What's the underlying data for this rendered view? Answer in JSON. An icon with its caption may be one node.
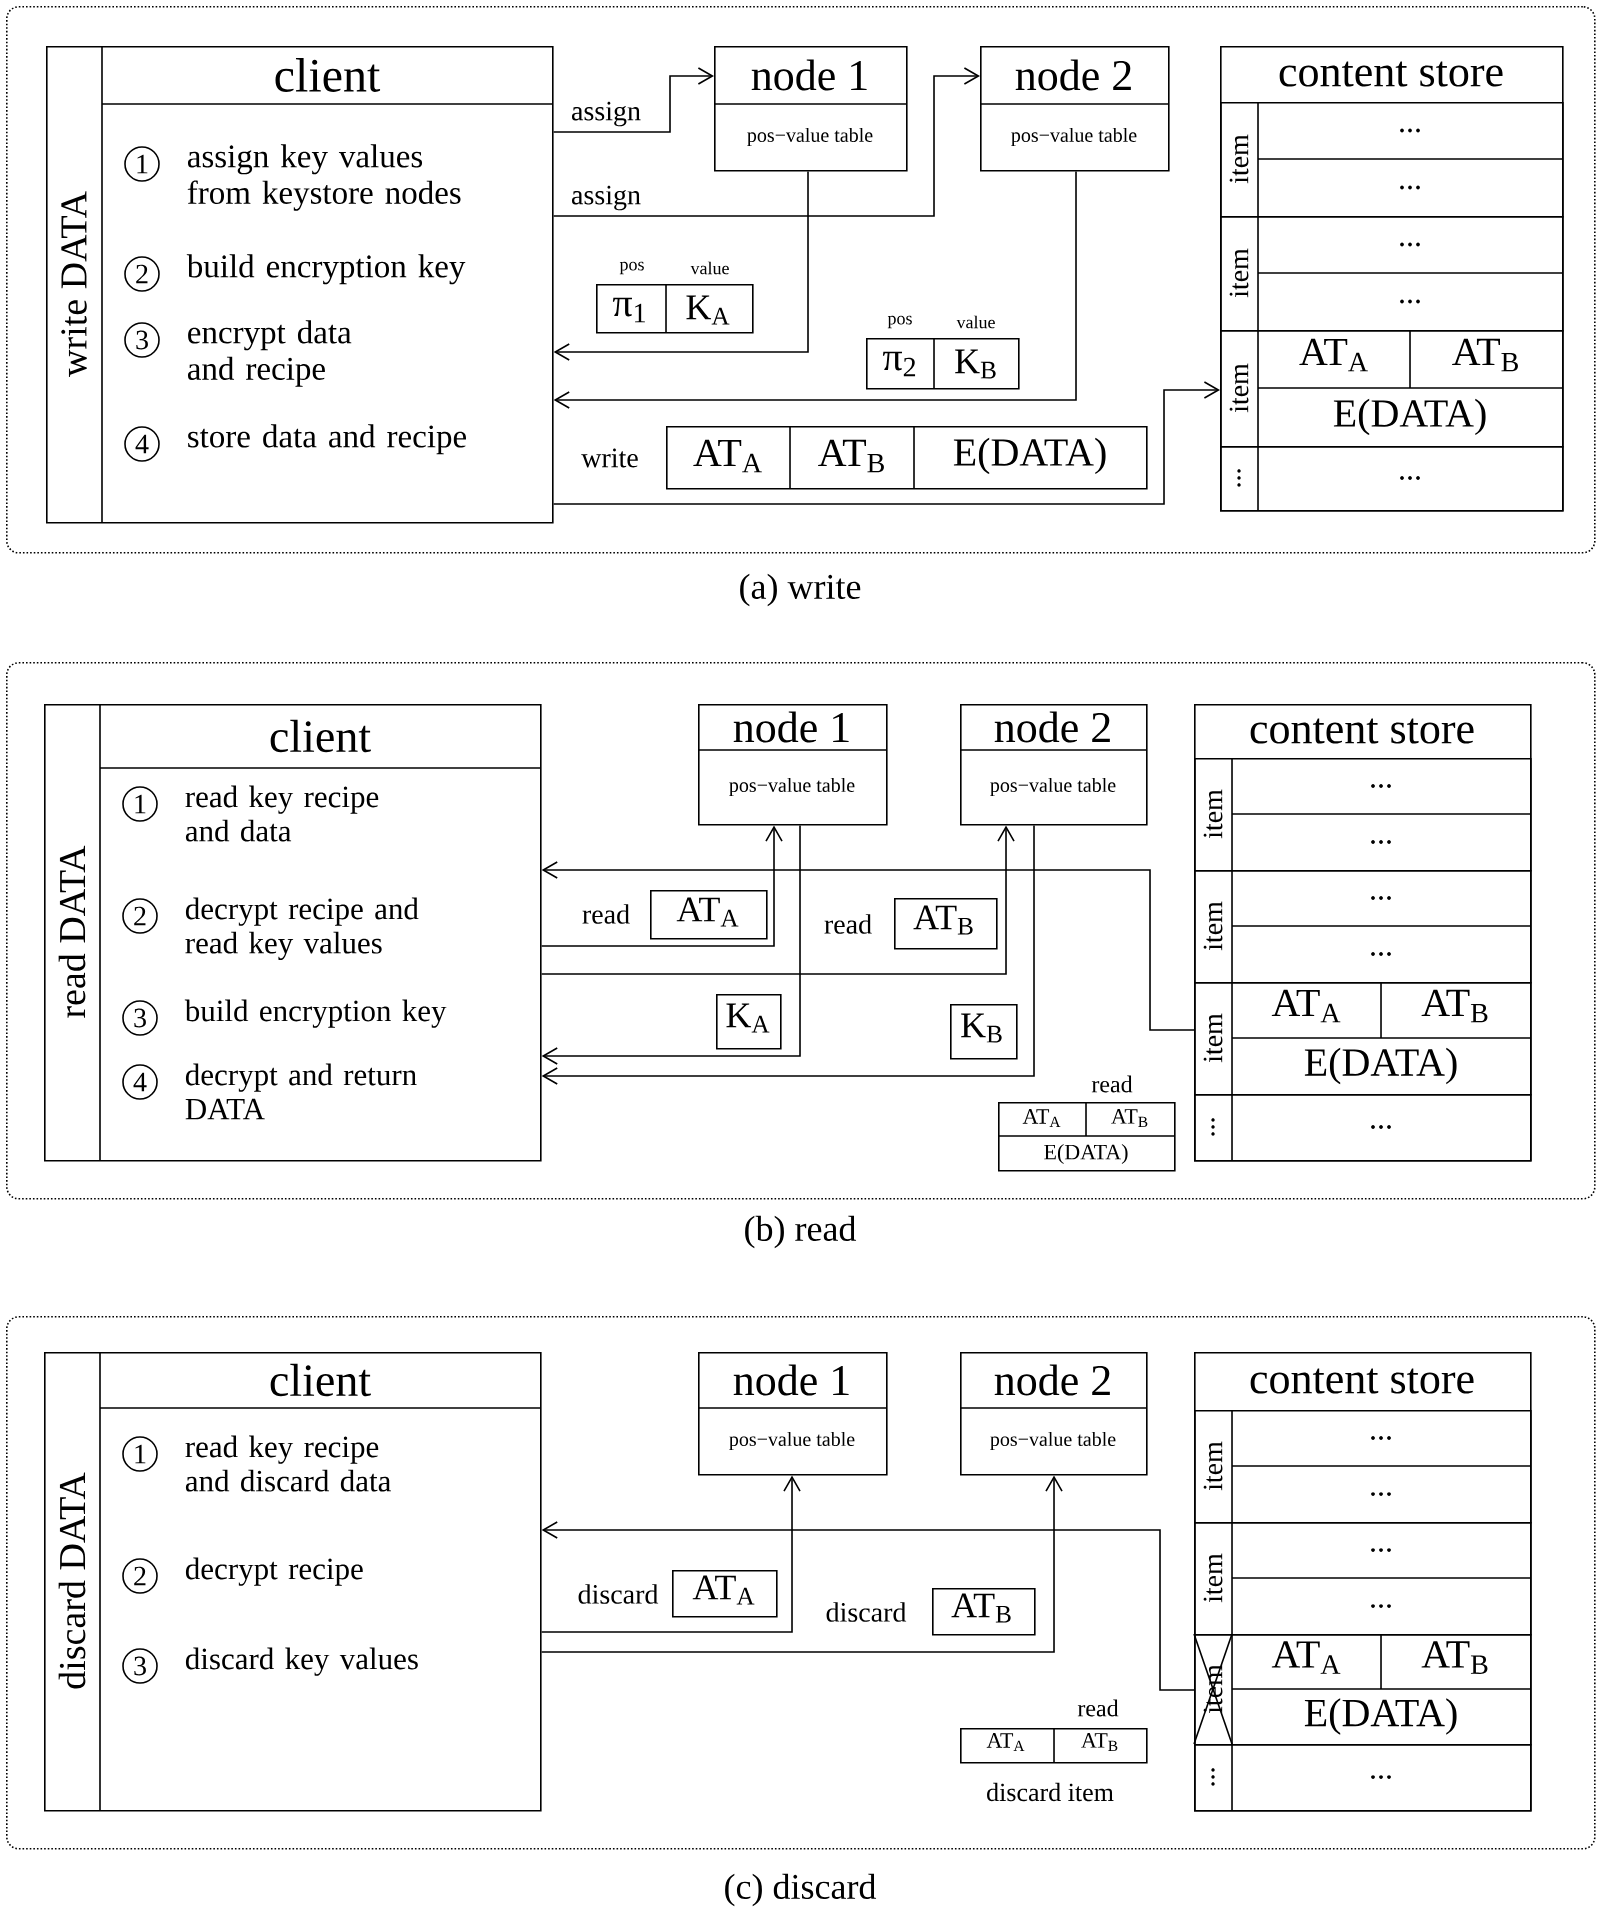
{
  "diagram": {
    "nodes": [
      {
        "text": [
          "(a) write"
        ]
      },
      {
        "text": [
          "write DATA",
          "client",
          "1",
          "assign key values from keystore nodes",
          "2",
          "build encryption key",
          "3",
          "encrypt data and recipe",
          "4",
          "store data and recipe"
        ],
        "in": 0
      },
      {
        "text": [
          "node 1",
          "pos−value table"
        ],
        "in": 0
      },
      {
        "text": [
          "node 2",
          "pos−value table"
        ],
        "in": 0
      },
      {
        "text": [
          "content store"
        ],
        "in": 0
      },
      {
        "text": [
          "item",
          "...",
          "..."
        ],
        "in": 4
      },
      {
        "text": [
          "item",
          "...",
          "..."
        ],
        "in": 4
      },
      {
        "text": [
          "item",
          "AT$_{A}$",
          "AT$_{B}$",
          "E(DATA)"
        ],
        "in": 4
      },
      {
        "text": [
          "...",
          "..."
        ],
        "in": 4
      },
      {
        "text": [
          "pos",
          "value",
          "π$_{1}$",
          "K$_{A}$"
        ],
        "in": 0
      },
      {
        "text": [
          "pos",
          "value",
          "π$_{2}$",
          "K$_{B}$"
        ],
        "in": 0
      },
      {
        "text": [
          "AT$_{A}$",
          "AT$_{B}$",
          "E(DATA)"
        ],
        "beside": [
          "write"
        ],
        "in": 0
      },
      {
        "text": [
          "(b) read"
        ]
      },
      {
        "text": [
          "read DATA",
          "client",
          "1",
          "read key recipe and data",
          "2",
          "decrypt recipe and read key values",
          "3",
          "build encryption key",
          "4",
          "decrypt and return DATA"
        ],
        "in": 12
      },
      {
        "text": [
          "node 1",
          "pos−value table"
        ],
        "in": 12
      },
      {
        "text": [
          "node 2",
          "pos−value table"
        ],
        "in": 12
      },
      {
        "text": [
          "content store"
        ],
        "in": 12
      },
      {
        "text": [
          "item",
          "...",
          "..."
        ],
        "in": 16
      },
      {
        "text": [
          "item",
          "...",
          "..."
        ],
        "in": 16
      },
      {
        "text": [
          "item",
          "AT$_{A}$",
          "AT$_{B}$",
          "E(DATA)"
        ],
        "in": 16
      },
      {
        "text": [
          "...",
          "..."
        ],
        "in": 16
      },
      {
        "text": [
          "AT$_{A}$"
        ],
        "beside": [
          "read"
        ],
        "in": 12
      },
      {
        "text": [
          "AT$_{B}$"
        ],
        "beside": [
          "read"
        ],
        "in": 12
      },
      {
        "text": [
          "K$_{A}$"
        ],
        "in": 12
      },
      {
        "text": [
          "K$_{B}$"
        ],
        "in": 12
      },
      {
        "text": [
          "AT$_{A}$",
          "AT$_{B}$",
          "E(DATA)"
        ],
        "beside": [
          "read"
        ],
        "in": 12
      },
      {
        "text": [
          "(c) discard"
        ]
      },
      {
        "text": [
          "discard DATA",
          "client",
          "1",
          "read key recipe and discard data",
          "2",
          "decrypt recipe",
          "3",
          "discard key values"
        ],
        "in": 26
      },
      {
        "text": [
          "node 1",
          "pos−value table"
        ],
        "in": 26
      },
      {
        "text": [
          "node 2",
          "pos−value table"
        ],
        "in": 26
      },
      {
        "text": [
          "content store"
        ],
        "in": 26
      },
      {
        "text": [
          "item",
          "...",
          "..."
        ],
        "in": 30
      },
      {
        "text": [
          "item",
          "...",
          "..."
        ],
        "in": 30
      },
      {
        "text": [
          "item",
          "AT$_{A}$",
          "AT$_{B}$",
          "E(DATA)"
        ],
        "in": 30
      },
      {
        "text": [
          "...",
          "..."
        ],
        "in": 30
      },
      {
        "text": [
          "AT$_{A}$"
        ],
        "beside": [
          "discard"
        ],
        "in": 26
      },
      {
        "text": [
          "AT$_{B}$"
        ],
        "beside": [
          "discard"
        ],
        "in": 26
      },
      {
        "text": [
          "AT$_{A}$",
          "AT$_{B}$"
        ],
        "beside": [
          "read",
          "discard item"
        ],
        "in": 26
      }
    ],
    "edges": [
      {
        "from": 1,
        "to": 2,
        "arrow": "to",
        "label": "assign"
      },
      {
        "from": 1,
        "to": 3,
        "arrow": "to",
        "label": "assign"
      },
      {
        "from": 2,
        "to": 1,
        "arrow": "to"
      },
      {
        "from": 3,
        "to": 1,
        "arrow": "to"
      },
      {
        "from": 1,
        "to": 7,
        "arrow": "to"
      },
      {
        "from": 19,
        "to": 13,
        "arrow": "to"
      },
      {
        "from": 13,
        "to": 14,
        "arrow": "to"
      },
      {
        "from": 13,
        "to": 15,
        "arrow": "to"
      },
      {
        "from": 14,
        "to": 13,
        "arrow": "to"
      },
      {
        "from": 15,
        "to": 13,
        "arrow": "to"
      },
      {
        "from": 33,
        "to": 27,
        "arrow": "to"
      },
      {
        "from": 27,
        "to": 28,
        "arrow": "to"
      },
      {
        "from": 27,
        "to": 29,
        "arrow": "to"
      }
    ]
  }
}
